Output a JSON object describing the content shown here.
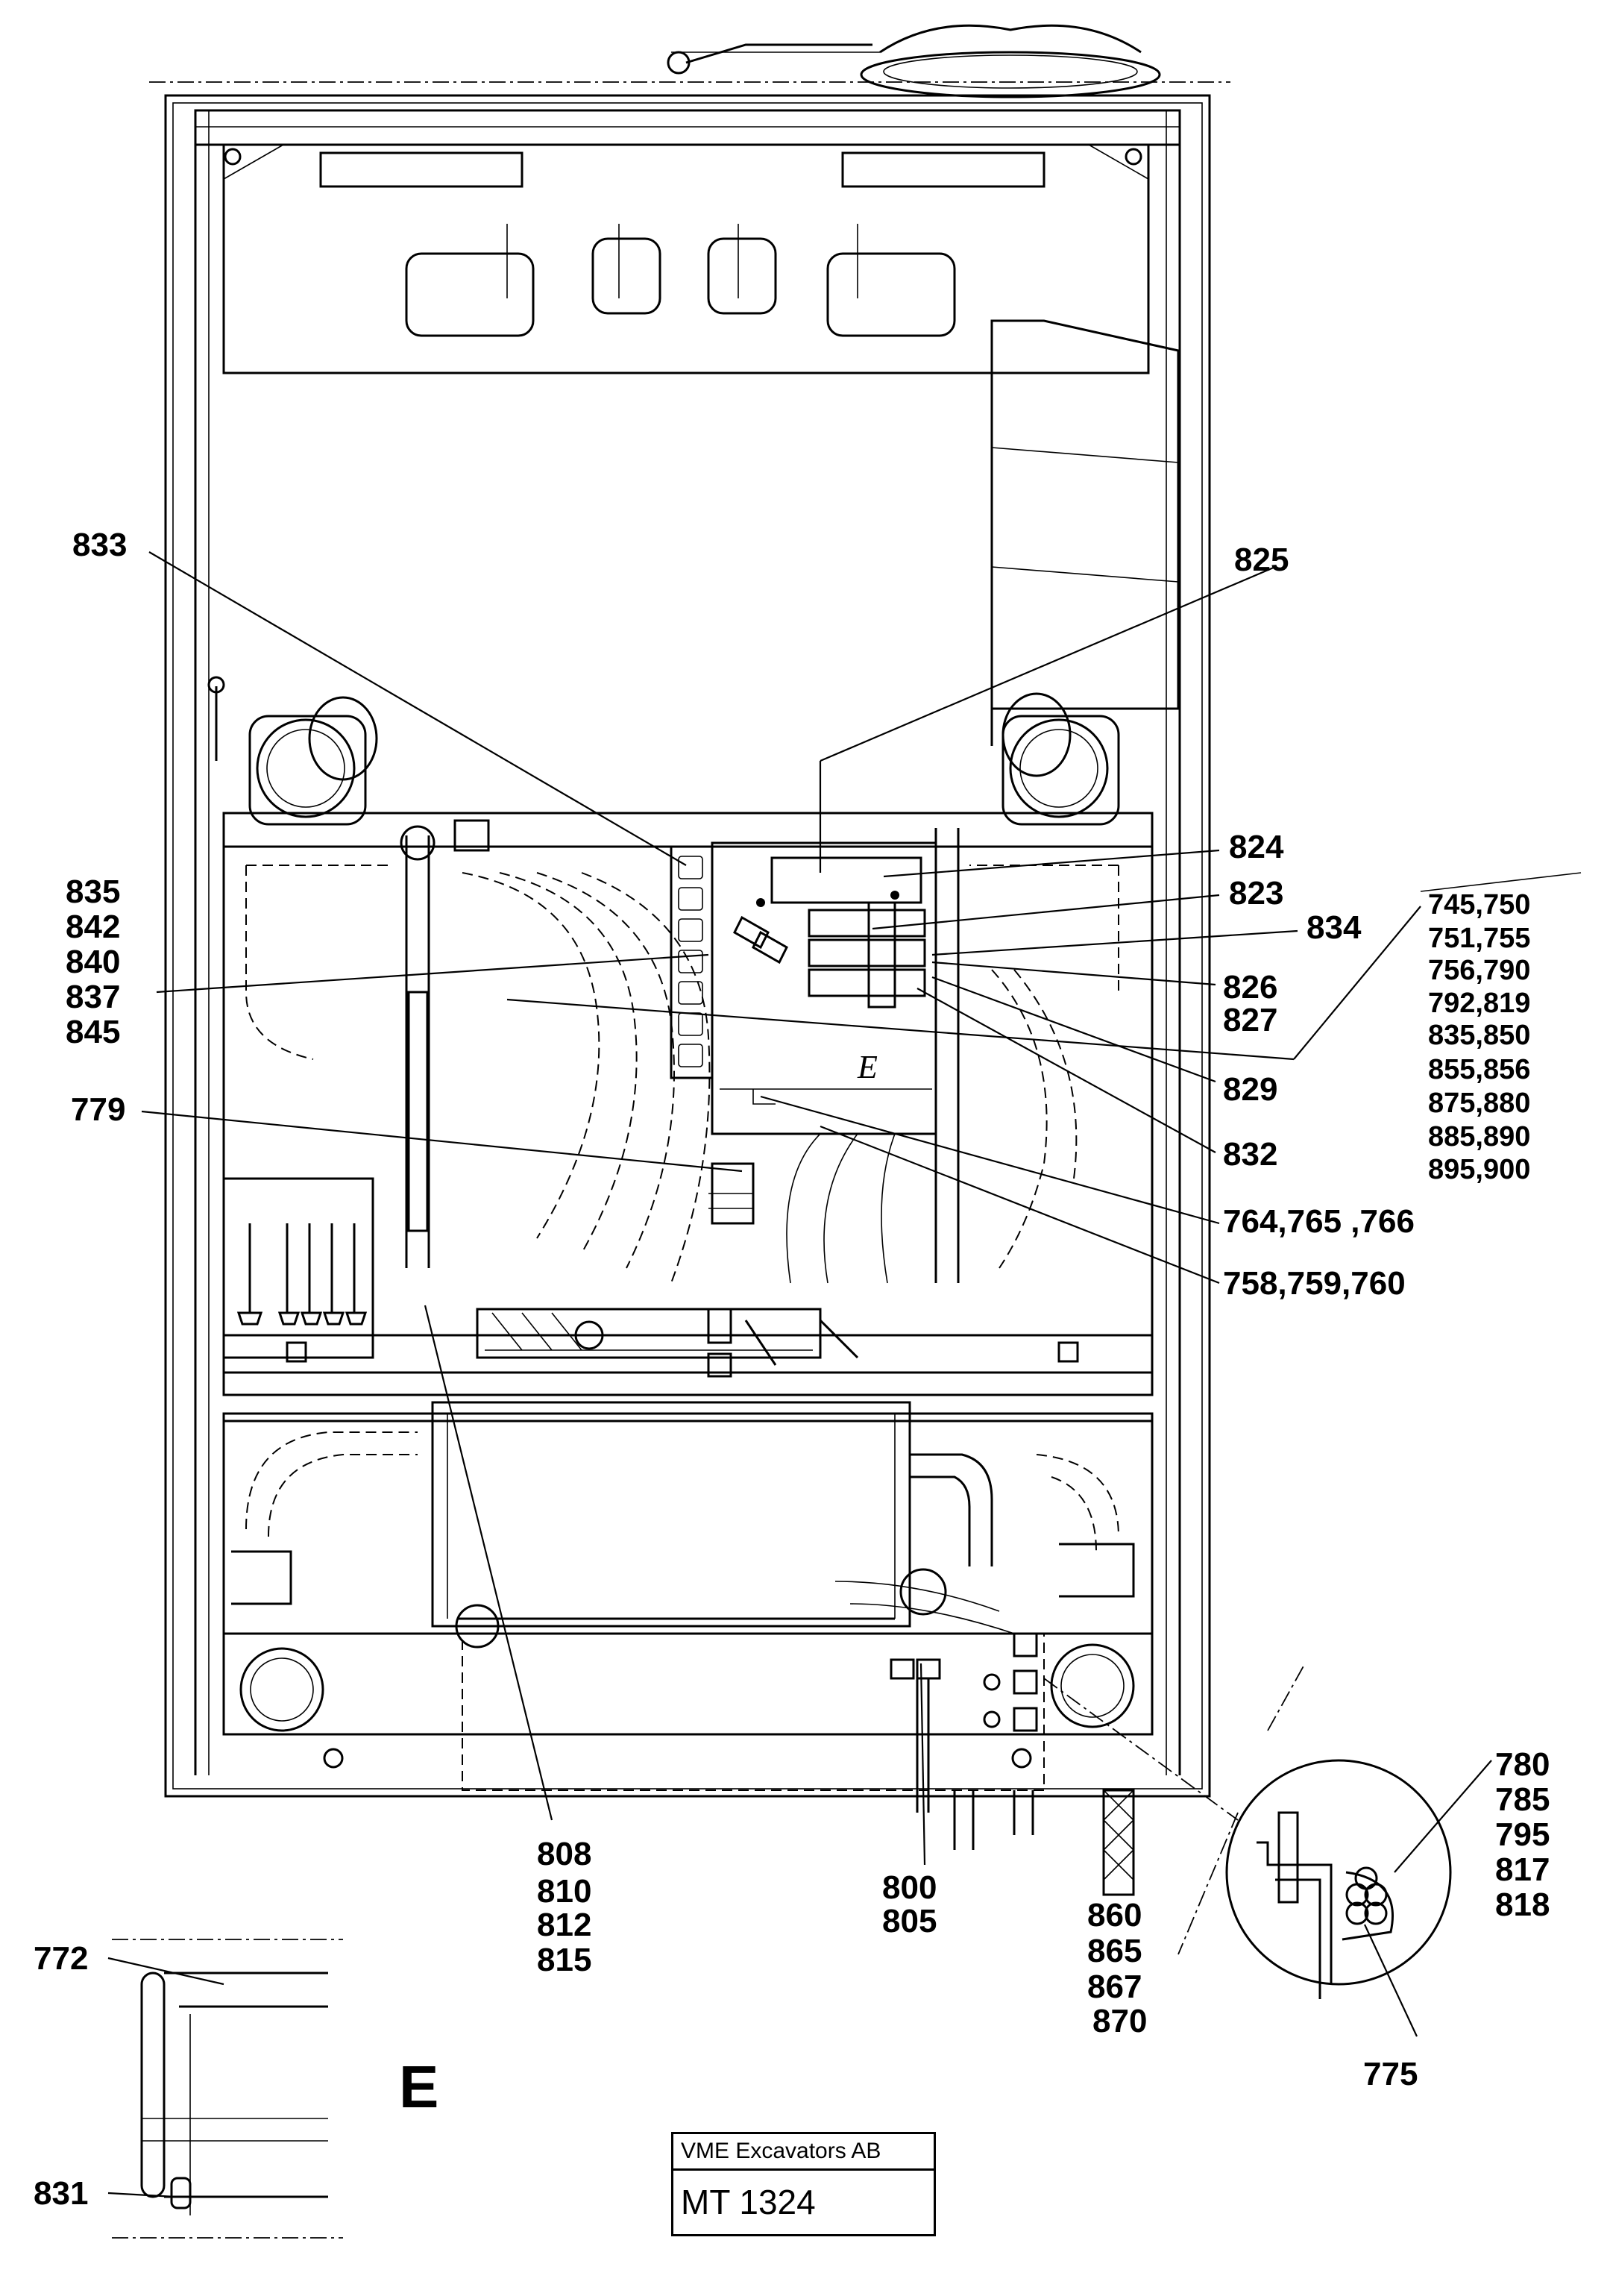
{
  "drawing": {
    "view_letter": "E",
    "view_marker": "E",
    "title_block": {
      "company": "VME Excavators AB",
      "document_number": "MT 1324"
    }
  },
  "callouts": {
    "c833": "833",
    "c825": "825",
    "c824": "824",
    "c823": "823",
    "c834": "834",
    "c826": "826",
    "c827": "827",
    "c829": "829",
    "c832": "832",
    "c835": "835",
    "c842": "842",
    "c840": "840",
    "c837": "837",
    "c845": "845",
    "c779": "779",
    "c764_766": "764,765 ,766",
    "c758_760": "758,759,760",
    "c808": "808",
    "c810": "810",
    "c812": "812",
    "c815": "815",
    "c800": "800",
    "c805": "805",
    "c860": "860",
    "c865": "865",
    "c867": "867",
    "c870": "870",
    "c780": "780",
    "c785": "785",
    "c795": "795",
    "c817": "817",
    "c818": "818",
    "c775": "775",
    "c772": "772",
    "c831": "831"
  },
  "callout_list": [
    "745,750",
    "751,755",
    "756,790",
    "792,819",
    "835,850",
    "855,856",
    "875,880",
    "885,890",
    "895,900"
  ]
}
